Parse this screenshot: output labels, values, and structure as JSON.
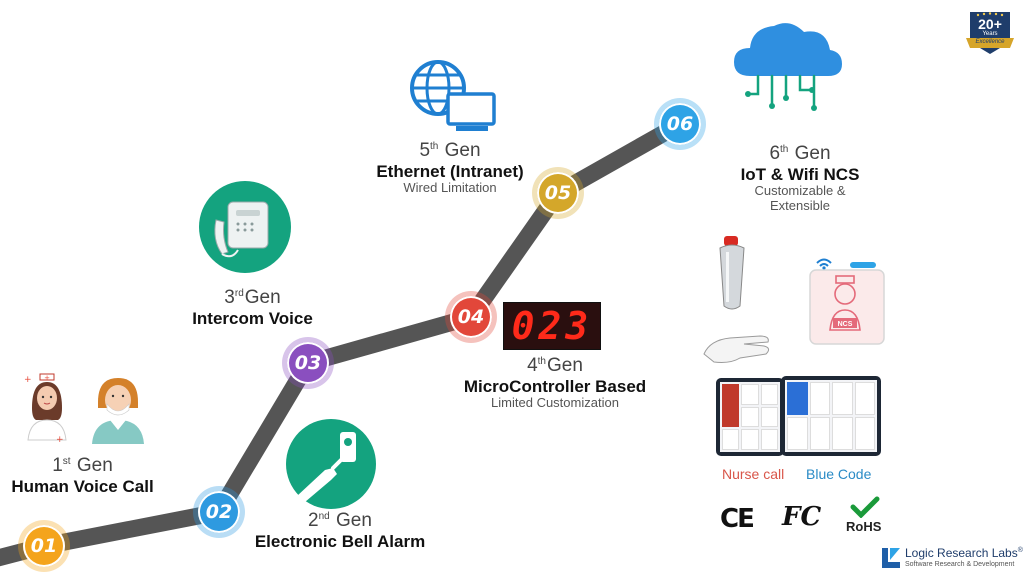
{
  "generations": [
    {
      "id": "01",
      "ordinal": "1",
      "suffix": "st",
      "gen": "Gen",
      "title": "Human Voice Call",
      "subtitle": "",
      "color": "#f4a41c"
    },
    {
      "id": "02",
      "ordinal": "2",
      "suffix": "nd",
      "gen": "Gen",
      "title": "Electronic Bell Alarm",
      "subtitle": "",
      "color": "#2e9ae0"
    },
    {
      "id": "03",
      "ordinal": "3",
      "suffix": "rd",
      "gen": "Gen",
      "title": "Intercom Voice",
      "subtitle": "",
      "color": "#8a4fbf"
    },
    {
      "id": "04",
      "ordinal": "4",
      "suffix": "th",
      "gen": "Gen",
      "title": "MicroController Based",
      "subtitle": "Limited Customization",
      "color": "#e2473a"
    },
    {
      "id": "05",
      "ordinal": "5",
      "suffix": "th",
      "gen": "Gen",
      "title": "Ethernet (Intranet)",
      "subtitle": "Wired Limitation",
      "color": "#d4a72a"
    },
    {
      "id": "06",
      "ordinal": "6",
      "suffix": "th",
      "gen": "Gen",
      "title": "IoT & Wifi NCS",
      "subtitle": "Customizable &\nExtensible",
      "color": "#2ea3e6"
    }
  ],
  "display_digits": "023",
  "panel_labels": {
    "nurse_call": "Nurse call",
    "blue_code": "Blue Code"
  },
  "cert_labels": {
    "ce": "CE",
    "fc": "FC",
    "rohs": "RoHS"
  },
  "badge_years": "20+",
  "badge_years_text": "Years",
  "badge_excellence": "Excellence",
  "company": {
    "name": "Logic Research Labs",
    "tagline": "Software Research & Development",
    "mark": "®"
  },
  "device_label": "NCS",
  "colors": {
    "road": "#555555",
    "teal": "#14a37f",
    "cloud": "#2f8fe0",
    "red": "#d8261c"
  }
}
